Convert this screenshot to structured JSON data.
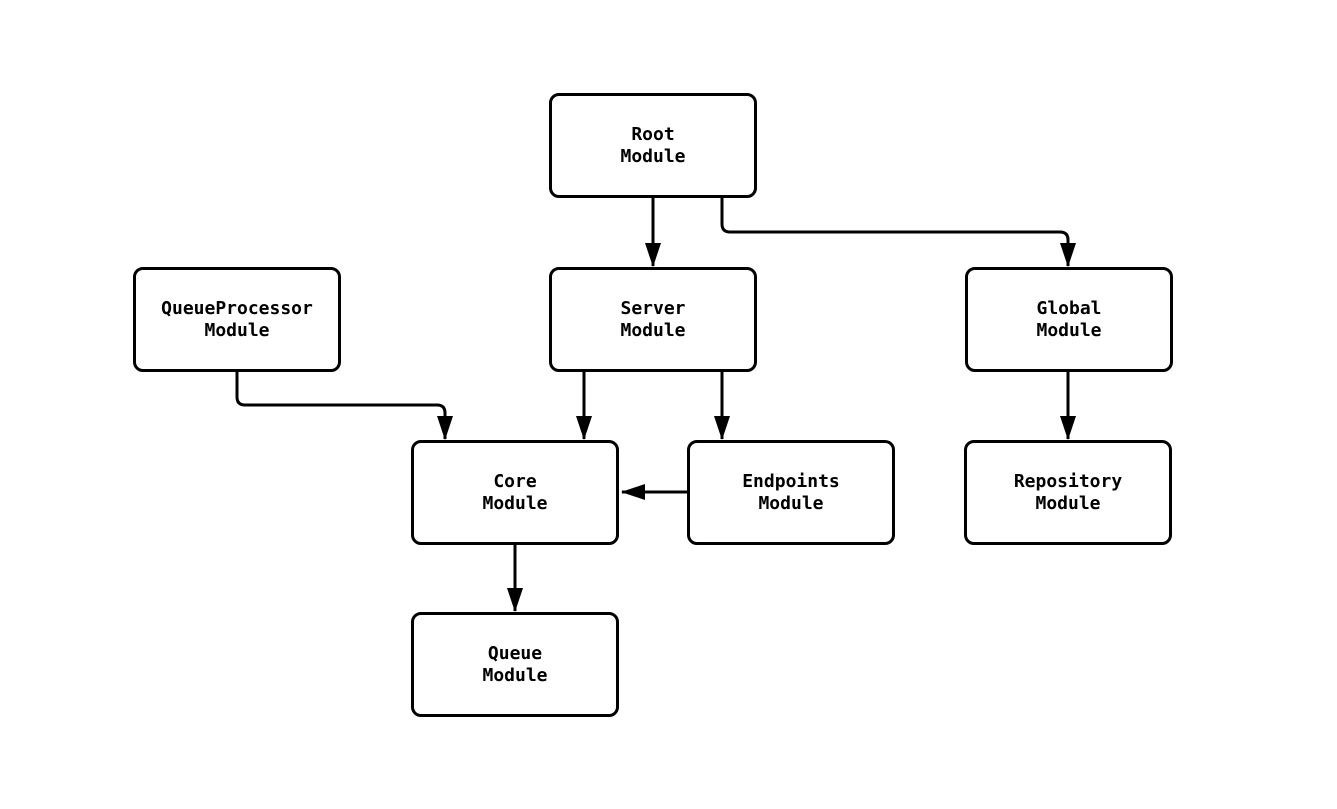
{
  "diagram": {
    "background_color": "#ffffff",
    "stroke_color": "#000000",
    "text_color": "#000000",
    "nodes": {
      "root": {
        "label": "Root\nModule"
      },
      "queueprocessor": {
        "label": "QueueProcessor\nModule"
      },
      "server": {
        "label": "Server\nModule"
      },
      "global": {
        "label": "Global\nModule"
      },
      "core": {
        "label": "Core\nModule"
      },
      "endpoints": {
        "label": "Endpoints\nModule"
      },
      "repository": {
        "label": "Repository\nModule"
      },
      "queue": {
        "label": "Queue\nModule"
      }
    },
    "edges": [
      {
        "from": "Root Module",
        "to": "Server Module"
      },
      {
        "from": "Root Module",
        "to": "Global Module"
      },
      {
        "from": "QueueProcessor Module",
        "to": "Core Module"
      },
      {
        "from": "Server Module",
        "to": "Core Module"
      },
      {
        "from": "Server Module",
        "to": "Endpoints Module"
      },
      {
        "from": "Endpoints Module",
        "to": "Core Module"
      },
      {
        "from": "Global Module",
        "to": "Repository Module"
      },
      {
        "from": "Core Module",
        "to": "Queue Module"
      }
    ]
  }
}
